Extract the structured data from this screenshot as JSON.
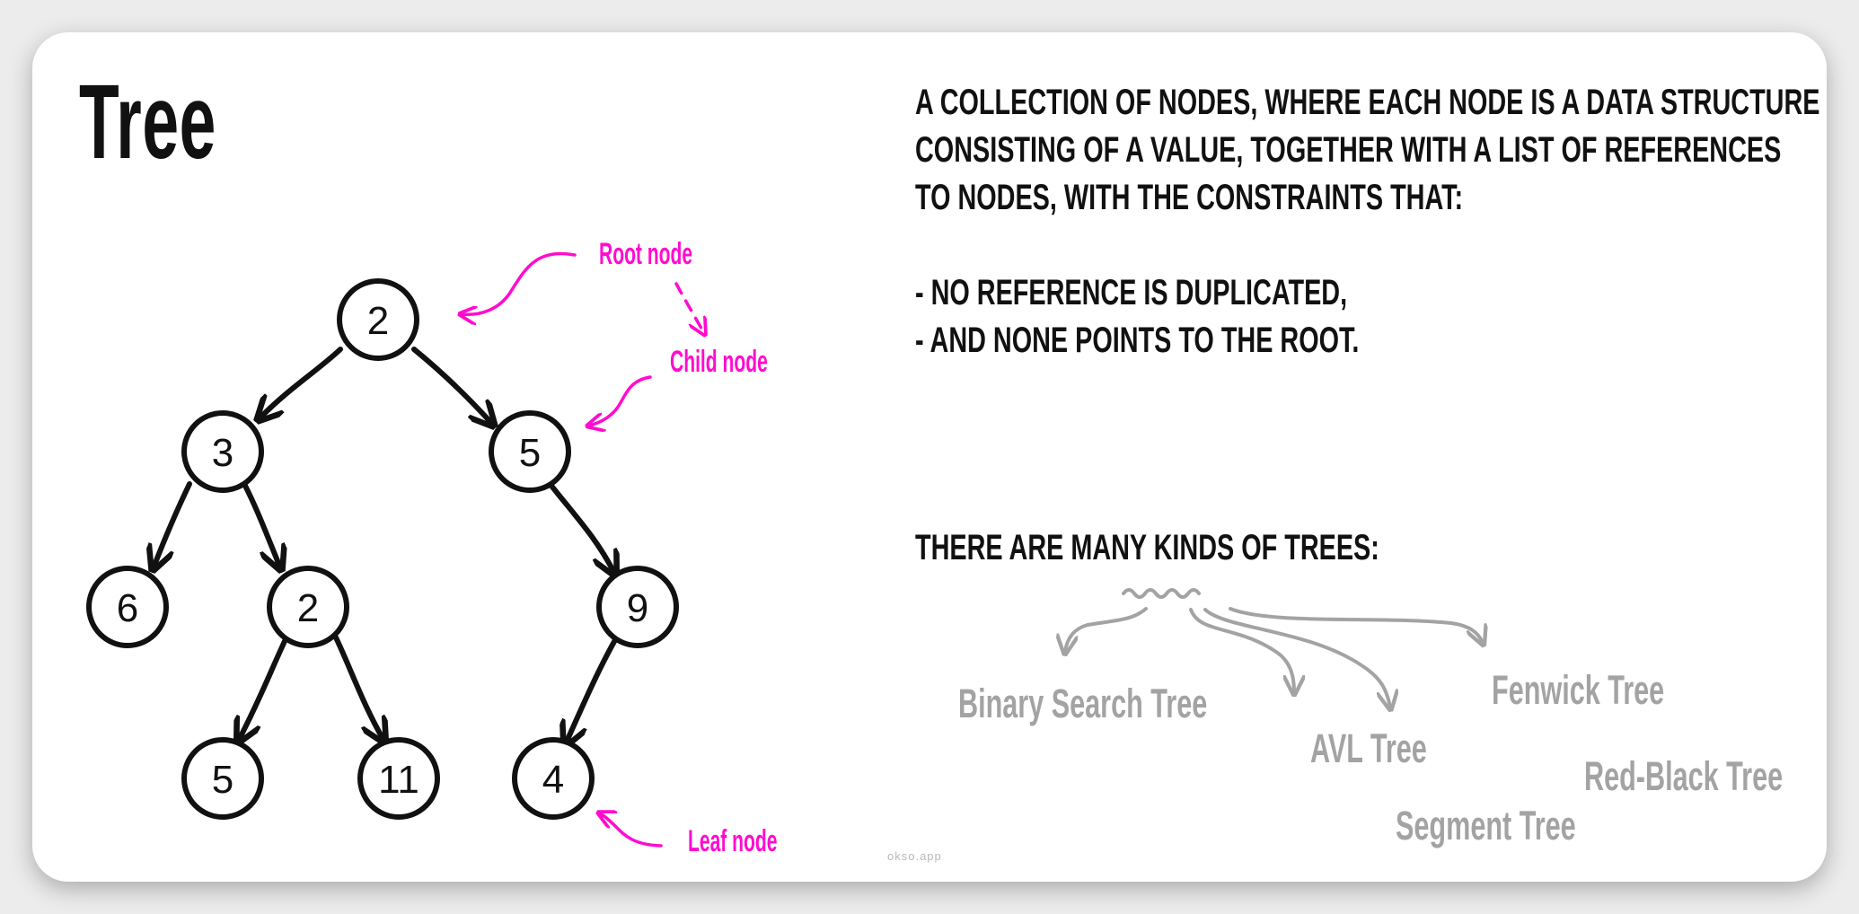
{
  "title": "Tree",
  "description": {
    "lines": [
      "A collection of nodes, where each node is a data structure",
      "consisting of a value, together with a list of references",
      "to nodes, with the constraints that:"
    ],
    "constraints": [
      "- no reference is duplicated,",
      "- and none points to the root."
    ]
  },
  "kinds_heading": "There are many kinds of trees:",
  "kinds": [
    "Binary Search Tree",
    "AVL Tree",
    "Segment Tree",
    "Fenwick Tree",
    "Red-Black Tree"
  ],
  "annotations": {
    "root": "Root node",
    "child": "Child node",
    "leaf": "Leaf node"
  },
  "tree": {
    "root": {
      "value": "2",
      "children": [
        {
          "value": "3",
          "children": [
            {
              "value": "6",
              "children": []
            },
            {
              "value": "2",
              "children": [
                {
                  "value": "5",
                  "children": []
                },
                {
                  "value": "11",
                  "children": []
                }
              ]
            }
          ]
        },
        {
          "value": "5",
          "children": [
            {
              "value": "9",
              "children": [
                {
                  "value": "4",
                  "children": []
                }
              ]
            }
          ]
        }
      ]
    }
  },
  "credit": "okso.app",
  "colors": {
    "annotation": "#ff0ccf",
    "ink": "#111111",
    "muted": "#a3a3a3"
  }
}
